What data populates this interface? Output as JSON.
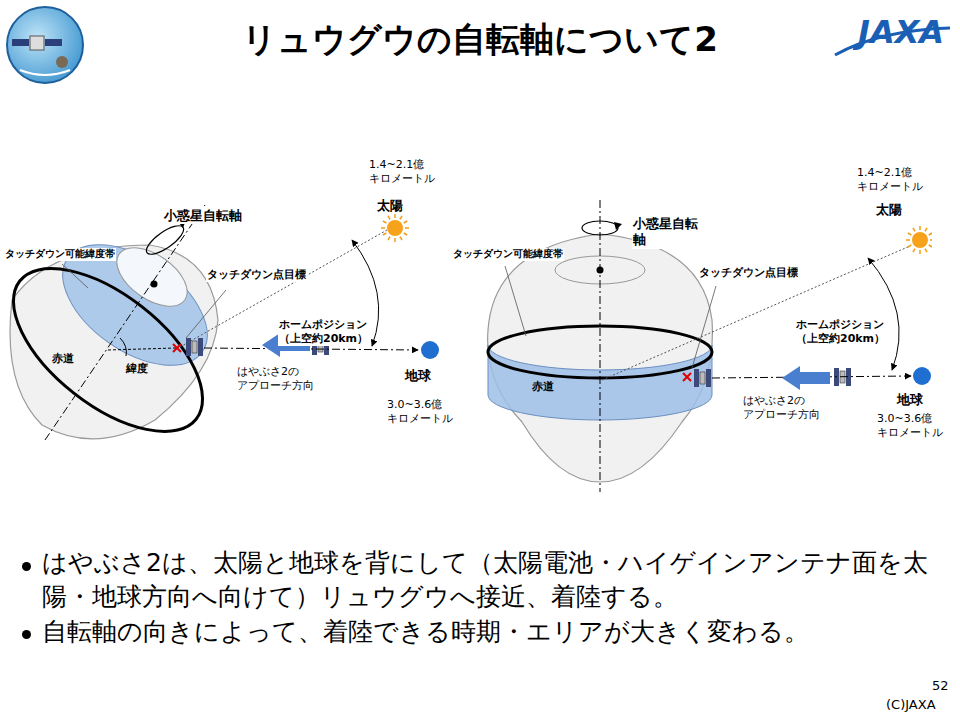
{
  "diagram": {
    "title": "リュウグウの自転軸について2",
    "nodes": [
      {
        "text": [
          "太陽"
        ]
      },
      {
        "text": [
          "地球"
        ]
      },
      {
        "text": [
          "太陽"
        ]
      },
      {
        "text": [
          "地球"
        ]
      }
    ],
    "labels": [
      "JAXA",
      "1.4~2.1億 キロメートル",
      "小惑星自転軸",
      "タッチダウン可能緯度帯",
      "タッチダウン点目標",
      "ホームポジション （上空約20km）",
      "赤道",
      "緯度",
      "はやぶさ2の アプローチ方向",
      "3.0~3.6億 キロメートル",
      "1.4~2.1億 キロメートル",
      "小惑星自転 軸",
      "タッチダウン可能緯度帯",
      "タッチダウン点目標",
      "ホームポジション （上空約20km）",
      "赤道",
      "はやぶさ2の アプローチ方向",
      "3.0~3.6億 キロメートル",
      "はやぶさ2は、太陽と地球を背にして（太陽電池・ハイゲインアンテナ面を太陽・地球方向へ向けて）リュウグウへ接近、着陸する。",
      "自転軸の向きによって、着陸できる時期・エリアが大きく変わる。",
      "(C)JAXA",
      "52"
    ]
  }
}
